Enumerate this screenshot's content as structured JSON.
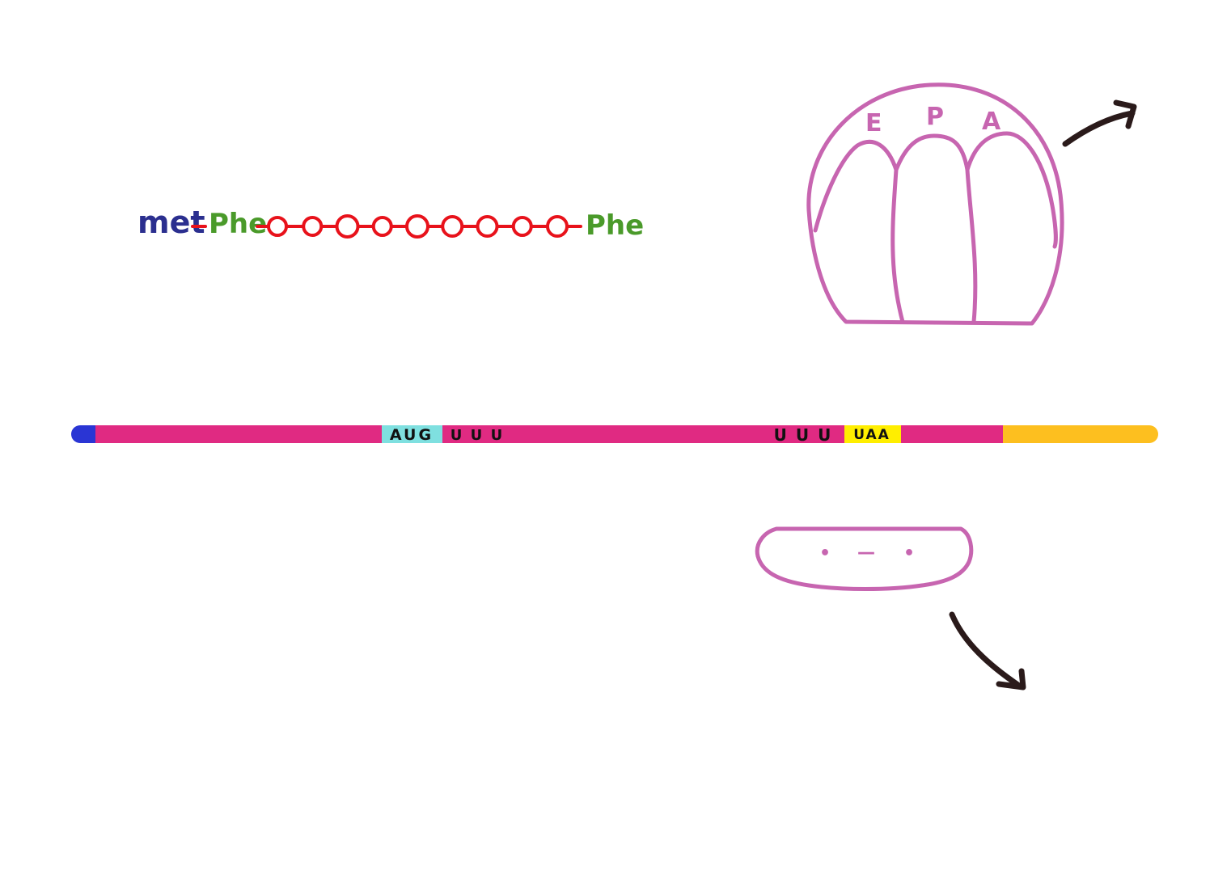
{
  "peptide": {
    "first_residue": "met",
    "second_residue": "Phe",
    "last_residue": "Phe",
    "hidden_residue_count": 9,
    "colors": {
      "met": "#2b2f8f",
      "phe": "#4a9a2a",
      "chain": "#e8121b"
    }
  },
  "ribosome": {
    "sites": [
      "E",
      "P",
      "A"
    ],
    "color": "#c765b0"
  },
  "mrna": {
    "start_codon": "AUG",
    "codon_after_start": "U U U",
    "codon_before_stop": "U U U",
    "stop_codon": "UAA",
    "colors": {
      "cap": "#2a35d4",
      "body": "#e02a82",
      "start_highlight": "#7fe0e0",
      "stop_highlight": "#ffee00",
      "tail": "#fdbf1f"
    }
  },
  "trna": {
    "anticodon_marks": [
      "•",
      "—",
      "•"
    ],
    "color": "#c765b0"
  },
  "arrows": {
    "color": "#2a1a1a"
  }
}
